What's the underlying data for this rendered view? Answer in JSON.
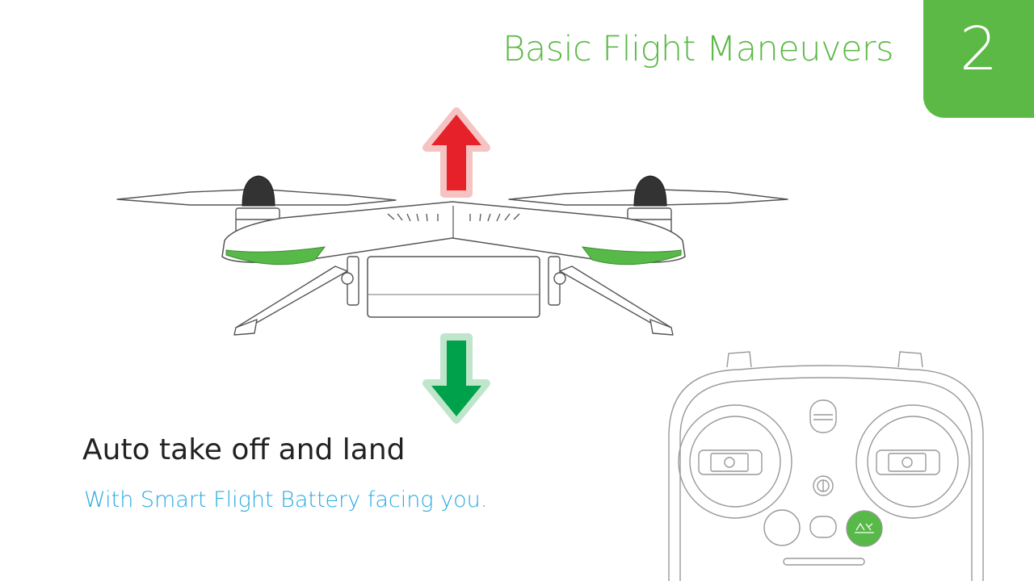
{
  "page": {
    "title": "Basic Flight Maneuvers",
    "chapter_number": "2",
    "heading": "Auto take off and land",
    "subheading": "With Smart Flight Battery facing you."
  },
  "colors": {
    "accent_green": "#5cb946",
    "up_arrow": "#e62129",
    "down_arrow": "#00a14b",
    "subheading_blue": "#29aae2",
    "controller_button_green": "#57b947"
  },
  "icons": {
    "up": "arrow-up-icon",
    "down": "arrow-down-icon",
    "drone": "drone-illustration",
    "controller": "remote-controller-illustration"
  }
}
